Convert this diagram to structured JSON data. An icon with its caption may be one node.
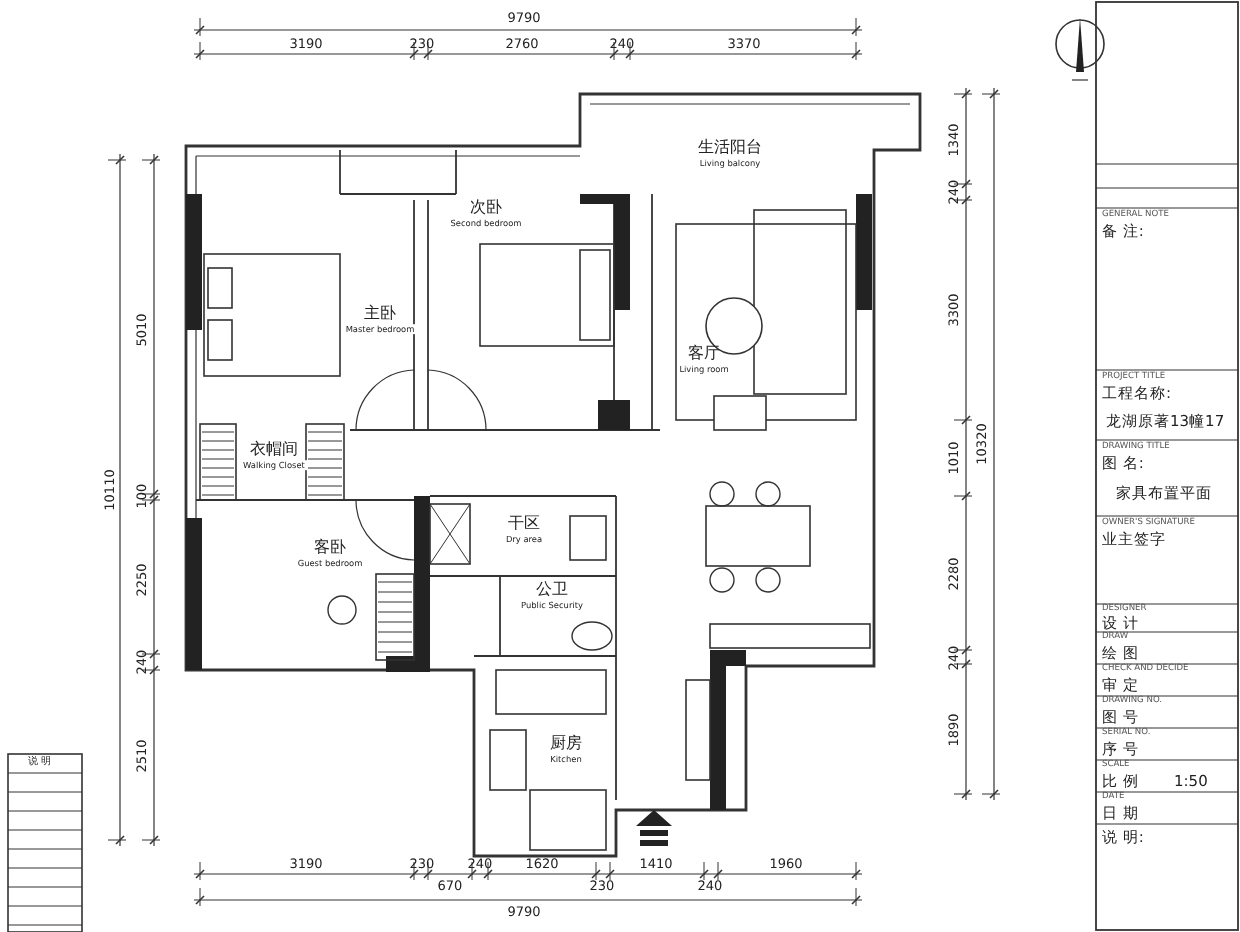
{
  "diagram": {
    "nodes": [
      {
        "text": [
          "生活阳台",
          "Living balcony"
        ]
      },
      {
        "text": [
          "次卧",
          "Second bedroom"
        ]
      },
      {
        "text": [
          "主卧",
          "Master bedroom"
        ]
      },
      {
        "text": [
          "客厅",
          "Living room"
        ]
      },
      {
        "text": [
          "衣帽间",
          "Walking Closet"
        ]
      },
      {
        "text": [
          "干区",
          "Dry area"
        ]
      },
      {
        "text": [
          "客卧",
          "Guest bedroom"
        ]
      },
      {
        "text": [
          "公卫",
          "Public Security"
        ]
      },
      {
        "text": [
          "厨房",
          "Kitchen"
        ]
      }
    ],
    "labels": [
      "9790",
      "3190",
      "230",
      "2760",
      "240",
      "3370",
      "5010",
      "10110",
      "100",
      "2250",
      "240",
      "2510",
      "1340",
      "240",
      "3300",
      "1010",
      "10320",
      "2280",
      "240",
      "1890",
      "3190",
      "230",
      "670",
      "240",
      "1620",
      "230",
      "1410",
      "240",
      "1960",
      "9790",
      "GENERAL NOTE",
      "备 注:",
      "PROJECT TITLE",
      "工程名称:",
      "龙湖原著13幢17",
      "DRAWING TITLE",
      "图 名:",
      "家具布置平面",
      "OWNER'S SIGNATURE",
      "业主签字",
      "DESIGNER",
      "设 计",
      "DRAW",
      "绘 图",
      "CHECK AND DECIDE",
      "审 定",
      "DRAWING NO.",
      "图 号",
      "SERIAL NO.",
      "序 号",
      "SCALE",
      "比 例",
      "1:50",
      "DATE",
      "日 期",
      "说 明:",
      "说 明"
    ]
  }
}
